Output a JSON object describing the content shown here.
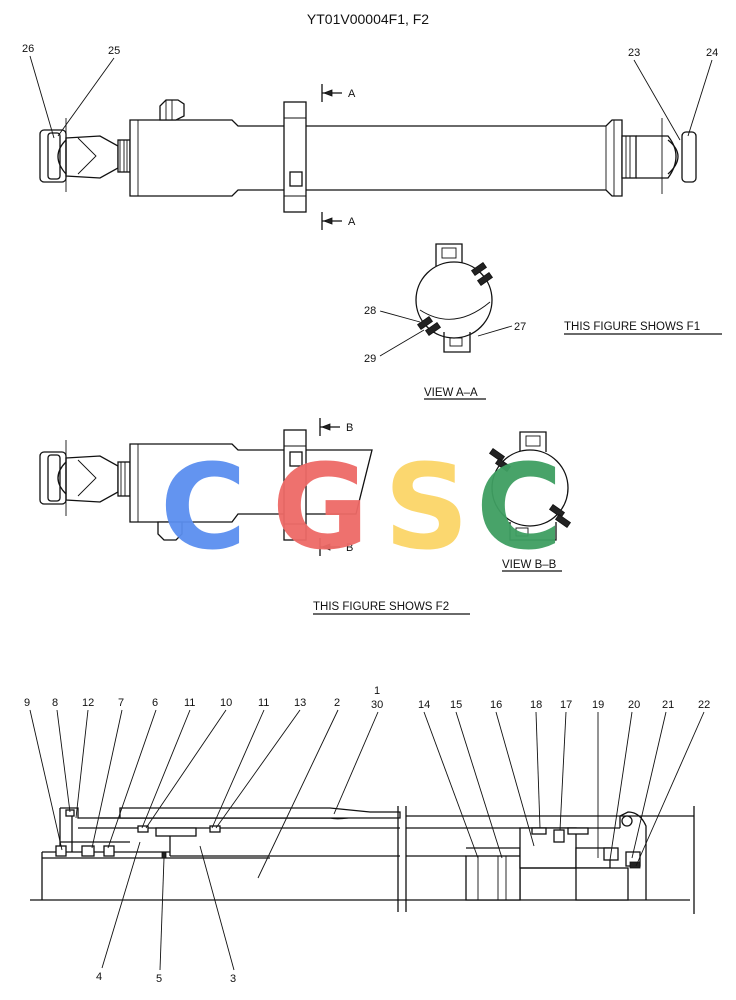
{
  "title": "YT01V00004F1, F2",
  "captions": {
    "view_aa": "VIEW  A–A",
    "view_bb": "VIEW  B–B",
    "shows_f1": "THIS FIGURE SHOWS  F1",
    "shows_f2": "THIS FIGURE SHOWS  F2"
  },
  "section_markers": {
    "a": "A",
    "b": "B"
  },
  "watermark": {
    "letters": [
      "C",
      "G",
      "S",
      "C"
    ],
    "colors": [
      "#5b8ff0",
      "#ee6a67",
      "#fbd568",
      "#3f9f62"
    ]
  },
  "callouts": {
    "c1": "1",
    "c2": "2",
    "c3": "3",
    "c4": "4",
    "c5": "5",
    "c6": "6",
    "c7": "7",
    "c8": "8",
    "c9": "9",
    "c10": "10",
    "c11a": "11",
    "c11b": "11",
    "c12": "12",
    "c13": "13",
    "c14": "14",
    "c15": "15",
    "c16": "16",
    "c17": "17",
    "c18": "18",
    "c19": "19",
    "c20": "20",
    "c21": "21",
    "c22": "22",
    "c23": "23",
    "c24": "24",
    "c25": "25",
    "c26": "26",
    "c27": "27",
    "c28": "28",
    "c29": "29",
    "c30": "30"
  }
}
